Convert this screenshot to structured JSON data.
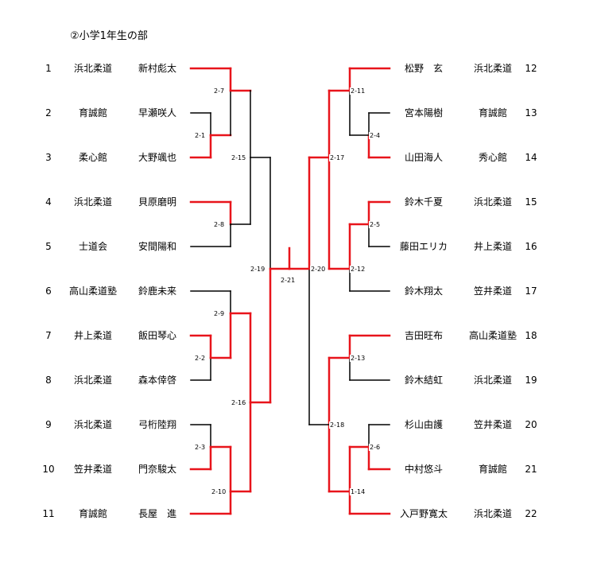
{
  "title": "②小学1年生の部",
  "colors": {
    "win": "#e8141b",
    "line": "#000000"
  },
  "left_entries": [
    {
      "no": "1",
      "team": "浜北柔道",
      "name": "新村彪太"
    },
    {
      "no": "2",
      "team": "育誠館",
      "name": "早瀬咲人"
    },
    {
      "no": "3",
      "team": "柔心館",
      "name": "大野颯也"
    },
    {
      "no": "4",
      "team": "浜北柔道",
      "name": "貝原磨明"
    },
    {
      "no": "5",
      "team": "士道会",
      "name": "安間陽和"
    },
    {
      "no": "6",
      "team": "高山柔道塾",
      "name": "鈴鹿未来"
    },
    {
      "no": "7",
      "team": "井上柔道",
      "name": "飯田琴心"
    },
    {
      "no": "8",
      "team": "浜北柔道",
      "name": "森本倖啓"
    },
    {
      "no": "9",
      "team": "浜北柔道",
      "name": "弓桁陸翔"
    },
    {
      "no": "10",
      "team": "笠井柔道",
      "name": "門奈駿太"
    },
    {
      "no": "11",
      "team": "育誠館",
      "name": "長屋　進"
    }
  ],
  "right_entries": [
    {
      "no": "12",
      "team": "浜北柔道",
      "name": "松野　玄"
    },
    {
      "no": "13",
      "team": "育誠館",
      "name": "宮本陽樹"
    },
    {
      "no": "14",
      "team": "秀心館",
      "name": "山田海人"
    },
    {
      "no": "15",
      "team": "浜北柔道",
      "name": "鈴木千夏"
    },
    {
      "no": "16",
      "team": "井上柔道",
      "name": "藤田エリカ"
    },
    {
      "no": "17",
      "team": "笠井柔道",
      "name": "鈴木翔太"
    },
    {
      "no": "18",
      "team": "高山柔道塾",
      "name": "吉田旺布"
    },
    {
      "no": "19",
      "team": "浜北柔道",
      "name": "鈴木結虹"
    },
    {
      "no": "20",
      "team": "笠井柔道",
      "name": "杉山由護"
    },
    {
      "no": "21",
      "team": "育誠館",
      "name": "中村悠斗"
    },
    {
      "no": "22",
      "team": "浜北柔道",
      "name": "入戸野寛太"
    }
  ],
  "match_labels": {
    "m_2_1": "2-1",
    "m_2_2": "2-2",
    "m_2_3": "2-3",
    "m_2_7": "2-7",
    "m_2_8": "2-8",
    "m_2_9": "2-9",
    "m_2_10": "2-10",
    "m_2_15": "2-15",
    "m_2_16": "2-16",
    "m_2_19": "2-19",
    "m_2_21": "2-21",
    "m_2_4": "2-4",
    "m_2_5": "2-5",
    "m_2_6": "2-6",
    "m_2_11": "2-11",
    "m_2_12": "2-12",
    "m_2_13": "2-13",
    "m_1_14": "1-14",
    "m_2_17": "2-17",
    "m_2_18": "2-18",
    "m_2_20": "2-20"
  }
}
